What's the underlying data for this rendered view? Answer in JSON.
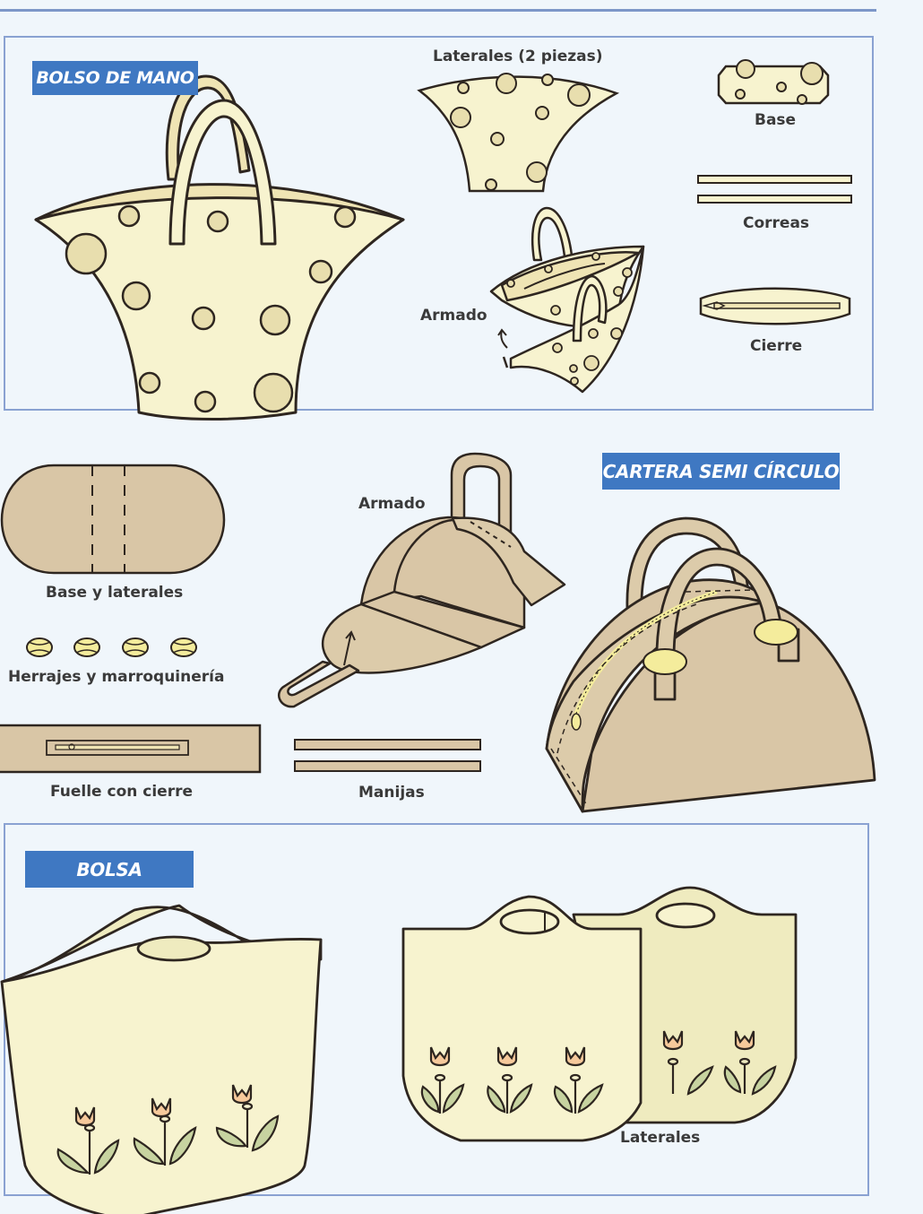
{
  "colors": {
    "page_background": "#f0f6fb",
    "frame_blue": "#8aa2d2",
    "banner_blue": "#3f78c2",
    "cream_fabric": "#f7f3cf",
    "dot_fill": "#e8deae",
    "tan_fabric": "#d9c6a6",
    "tulip_peach": "#f6c99b",
    "leaf_green": "#c7d3a0",
    "hardware_yellow": "#f4ec9c",
    "outline": "#2e2620"
  },
  "sections": {
    "bolso_de_mano": {
      "title": "BOLSO DE MANO",
      "labels": {
        "laterales": "Laterales (2 piezas)",
        "base": "Base",
        "correas": "Correas",
        "armado": "Armado",
        "cierre": "Cierre"
      }
    },
    "cartera_semi_circulo": {
      "title": "CARTERA SEMI CÍRCULO",
      "labels": {
        "base_y_laterales": "Base y laterales",
        "herrajes": "Herrajes y marroquinería",
        "armado": "Armado",
        "fuelle": "Fuelle con cierre",
        "manijas": "Manijas"
      },
      "hardware_count": 4
    },
    "bolsa": {
      "title": "BOLSA",
      "labels": {
        "laterales": "Laterales"
      }
    }
  }
}
